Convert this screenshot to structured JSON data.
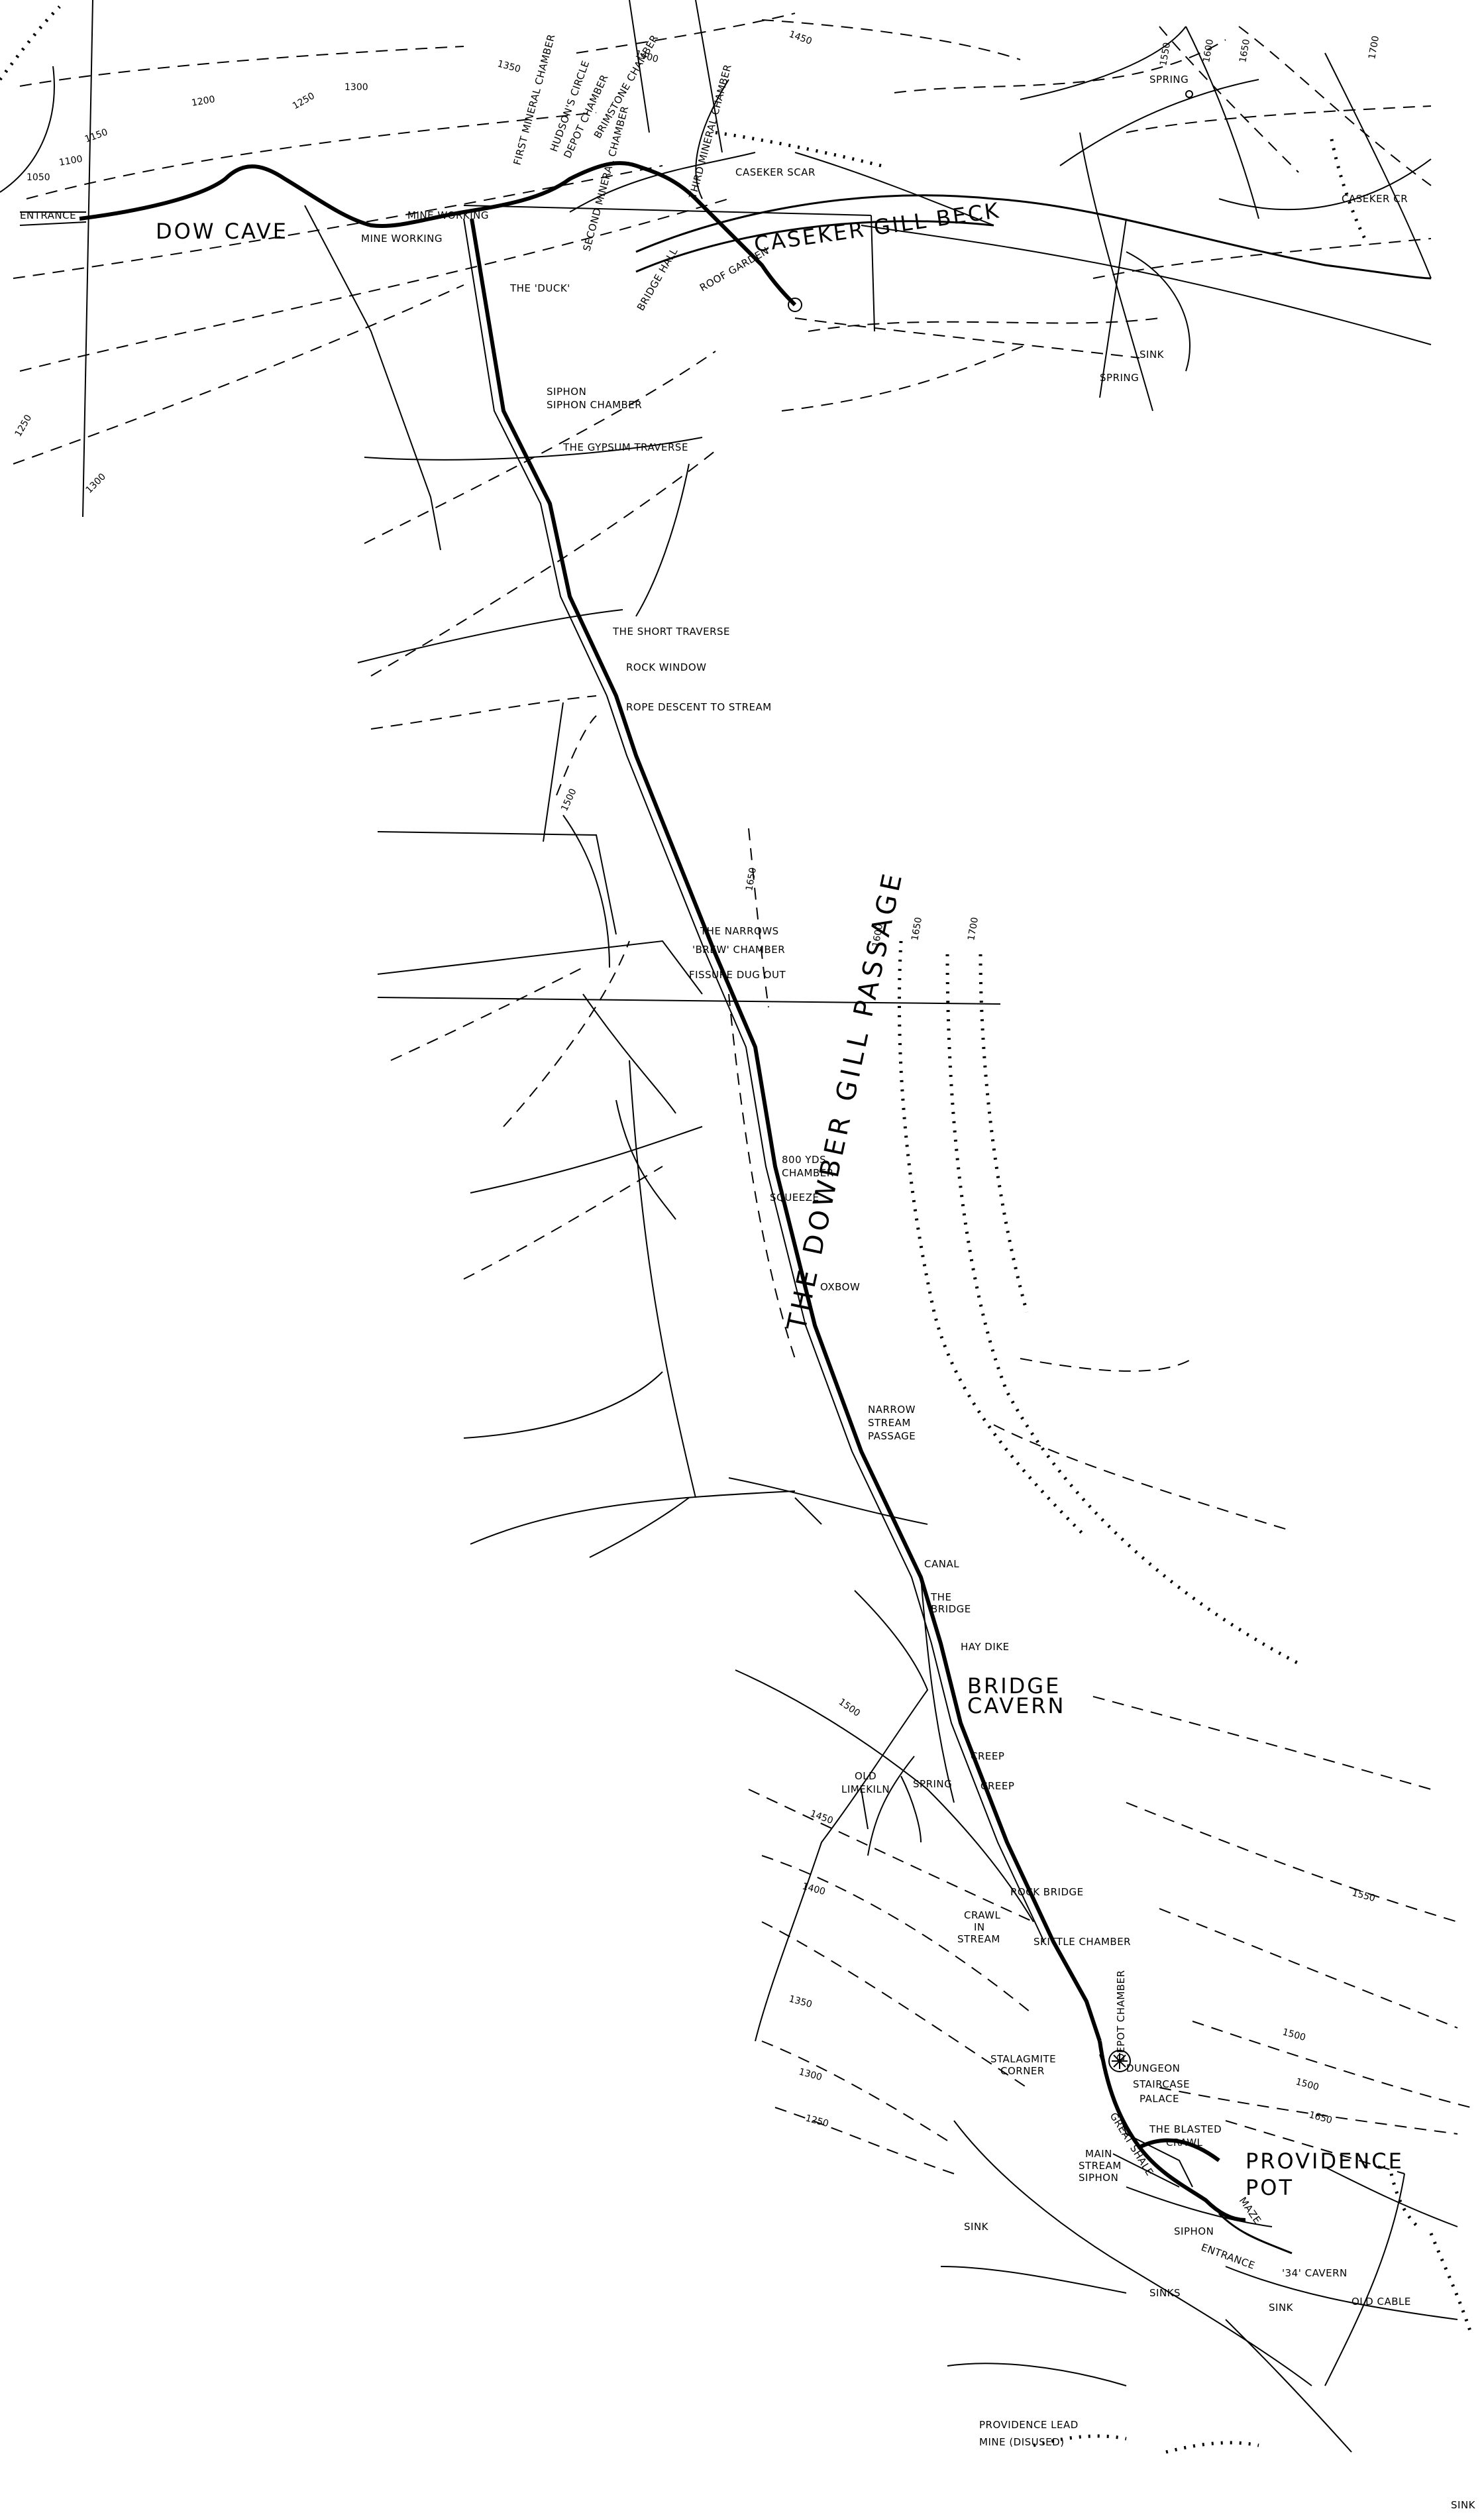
{
  "labels": {
    "dow_cave": "DOW CAVE",
    "entrance": "ENTRANCE",
    "mine_working_1": "MINE WORKING",
    "mine_working_2": "MINE WORKING",
    "first_mineral_chamber": "FIRST MINERAL CHAMBER",
    "hudsons_circle": "HUDSON'S CIRCLE",
    "depot_chamber_top": "DEPOT CHAMBER",
    "brimstone_chamber": "BRIMSTONE CHAMBER",
    "second_mineral_chamber": "SECOND MINERAL CHAMBER",
    "third_mineral_chamber": "THIRD MINERAL CHAMBER",
    "bridge_hall": "BRIDGE HALL",
    "roof_garden": "ROOF GARDEN",
    "the_duck": "THE 'DUCK'",
    "caseker_scar": "CASEKER SCAR",
    "caseker_gill_beck": "CASEKER GILL BECK",
    "caseker_cr": "CASEKER CR",
    "spring_top": "SPRING",
    "sink_top": "SINK",
    "spring_right": "SPRING",
    "siphon": "SIPHON",
    "siphon_chamber": "SIPHON CHAMBER",
    "gypsum_traverse": "THE GYPSUM TRAVERSE",
    "short_traverse": "THE SHORT TRAVERSE",
    "rock_window": "ROCK WINDOW",
    "rope_descent": "ROPE DESCENT TO STREAM",
    "the_narrows": "THE NARROWS",
    "brew_chamber": "'BREW' CHAMBER",
    "fissure_dug_out": "FISSURE DUG OUT",
    "dowber_gill_passage": "THE DOWBER GILL PASSAGE",
    "yds_chamber_1": "800 YDS",
    "yds_chamber_2": "CHAMBER",
    "squeeze": "SQUEEZE",
    "oxbow": "OXBOW",
    "narrow_1": "NARROW",
    "narrow_2": "STREAM",
    "narrow_3": "PASSAGE",
    "canal": "CANAL",
    "the_bridge_1": "THE",
    "the_bridge_2": "BRIDGE",
    "hay_dike": "HAY DIKE",
    "bridge_cavern_1": "BRIDGE",
    "bridge_cavern_2": "CAVERN",
    "creep_1": "CREEP",
    "creep_2": "CREEP",
    "old_limekiln_1": "OLD",
    "old_limekiln_2": "LIMEKILN",
    "spring_mid": "SPRING",
    "rock_bridge": "ROCK BRIDGE",
    "crawl_1": "CRAWL",
    "crawl_2": "IN",
    "crawl_3": "STREAM",
    "skittle_chamber": "SKITTLE CHAMBER",
    "depot_chamber_low": "DEPOT CHAMBER",
    "stalagmite_1": "STALAGMITE",
    "stalagmite_2": "CORNER",
    "dungeon": "DUNGEON",
    "staircase": "STAIRCASE",
    "palace": "PALACE",
    "blasted_1": "THE BLASTED",
    "blasted_2": "CRAWL",
    "great_shale": "GREAT SHALE",
    "main_stream_1": "MAIN",
    "main_stream_2": "STREAM",
    "main_stream_3": "SIPHON",
    "providence_pot_1": "PROVIDENCE",
    "providence_pot_2": "POT",
    "siphon_low": "SIPHON",
    "entrance_low": "ENTRANCE",
    "sinks": "SINKS",
    "sink_low_1": "SINK",
    "sink_low_2": "SINK",
    "sink_low_3": "SINK",
    "cavern_34": "'34' CAVERN",
    "old_cable": "OLD CABLE",
    "maze": "MAZE",
    "lead_mine_1": "PROVIDENCE LEAD",
    "lead_mine_2": "MINE (DISUSED)"
  },
  "contours": {
    "c1050": "1050",
    "c1100": "1100",
    "c1150": "1150",
    "c1200": "1200",
    "c1250a": "1250",
    "c1250b": "1250",
    "c1250c": "1250",
    "c1300a": "1300",
    "c1300b": "1300",
    "c1300c": "1300",
    "c1350a": "1350",
    "c1350b": "1350",
    "c1400a": "1400",
    "c1400b": "1400",
    "c1450a": "1450",
    "c1450b": "1450",
    "c1500a": "1500",
    "c1500b": "1500",
    "c1500c": "1500",
    "c1500d": "1500",
    "c1550a": "1550",
    "c1550b": "1550",
    "c1600a": "1600",
    "c1600b": "1600",
    "c1650a": "1650",
    "c1650b": "1650",
    "c1650c": "1650",
    "c1650d": "1650",
    "c1700a": "1700",
    "c1700b": "1700"
  }
}
